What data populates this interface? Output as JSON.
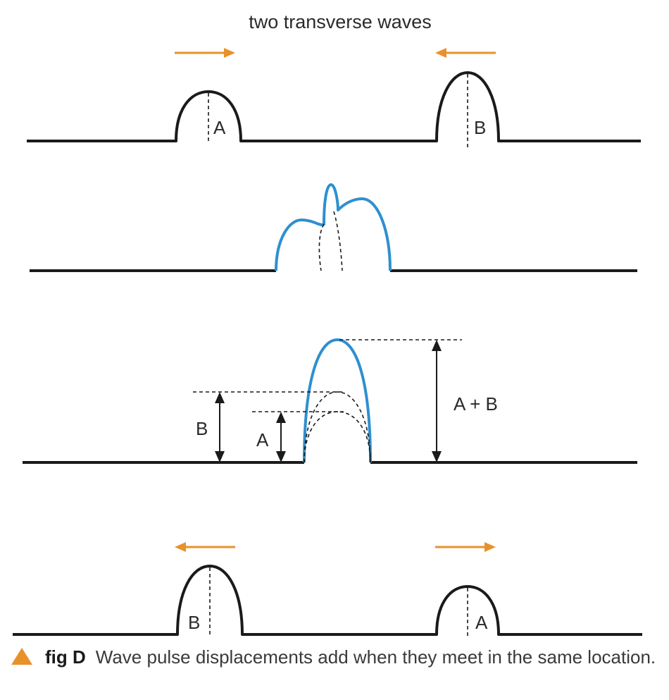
{
  "title": "two transverse waves",
  "labels": {
    "pulse_a": "A",
    "pulse_b": "B",
    "sum": "A + B"
  },
  "colors": {
    "arrow": "#e8912b",
    "combined_wave": "#2f8fd0",
    "line": "#1a1a1a"
  },
  "caption": {
    "fig": "fig D",
    "text": "Wave pulse displacements add when they meet in the same location."
  }
}
